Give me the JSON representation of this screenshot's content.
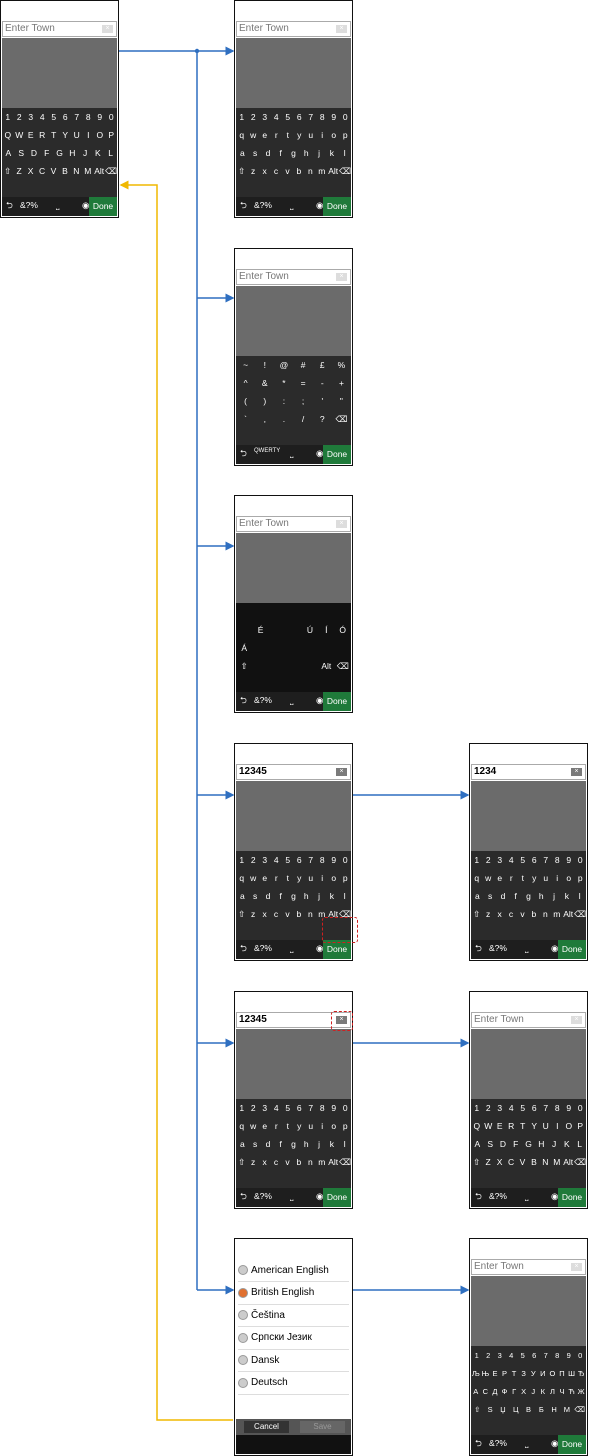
{
  "field_placeholder": "Enter Town",
  "field_value_full": "12345",
  "field_value_deleted": "1234",
  "clear_icon": "×",
  "number_row": [
    "1",
    "2",
    "3",
    "4",
    "5",
    "6",
    "7",
    "8",
    "9",
    "0"
  ],
  "qwerty_upper": {
    "r1": [
      "Q",
      "W",
      "E",
      "R",
      "T",
      "Y",
      "U",
      "I",
      "O",
      "P"
    ],
    "r2": [
      "A",
      "S",
      "D",
      "F",
      "G",
      "H",
      "J",
      "K",
      "L"
    ],
    "r3": [
      "Z",
      "X",
      "C",
      "V",
      "B",
      "N",
      "M"
    ]
  },
  "qwerty_lower": {
    "r1": [
      "q",
      "w",
      "e",
      "r",
      "t",
      "y",
      "u",
      "i",
      "o",
      "p"
    ],
    "r2": [
      "a",
      "s",
      "d",
      "f",
      "g",
      "h",
      "j",
      "k",
      "l"
    ],
    "r3": [
      "z",
      "x",
      "c",
      "v",
      "b",
      "n",
      "m"
    ]
  },
  "symbols": {
    "r0": [
      "~",
      "!",
      "@",
      "#",
      "£",
      "%"
    ],
    "r1": [
      "^",
      "&",
      "*",
      "=",
      "-",
      "+"
    ],
    "r2": [
      "(",
      ")",
      ":",
      ";",
      "'",
      "\""
    ],
    "r3": [
      "`",
      ",",
      ".",
      "/",
      "?"
    ]
  },
  "accents": {
    "r1": [
      "É",
      "Ú",
      "Í",
      "Ó"
    ],
    "r2": [
      "Á"
    ]
  },
  "cyrillic": {
    "r0": [
      "1",
      "2",
      "3",
      "4",
      "5",
      "6",
      "7",
      "8",
      "9",
      "0"
    ],
    "r1": [
      "Љ",
      "Њ",
      "Е",
      "Р",
      "Т",
      "З",
      "У",
      "И",
      "О",
      "П",
      "Ш",
      "Ђ"
    ],
    "r2": [
      "А",
      "С",
      "Д",
      "Ф",
      "Г",
      "Х",
      "Ј",
      "К",
      "Л",
      "Ч",
      "Ћ",
      "Ж"
    ],
    "r3": [
      "Ѕ",
      "Џ",
      "Ц",
      "В",
      "Б",
      "Н",
      "М"
    ]
  },
  "keys": {
    "shift": "⇧",
    "alt": "Alt",
    "backspace": "⌫",
    "back": "⮌",
    "symbols": "&?%",
    "qwerty": "QWERTY",
    "space": "⎵",
    "mic": "◉",
    "done": "Done"
  },
  "language_dialog": {
    "title": "Keyboard Language",
    "languages": [
      "American English",
      "British English",
      "Čeština",
      "Српски Језик",
      "Dansk",
      "Deutsch"
    ],
    "selected_index": 1,
    "cancel": "Cancel",
    "save": "Save"
  },
  "colors": {
    "flow_blue": "#2f6fc0",
    "back_yellow": "#f0b800",
    "done_green": "#1f7a3a",
    "highlight_red": "#d02020"
  }
}
